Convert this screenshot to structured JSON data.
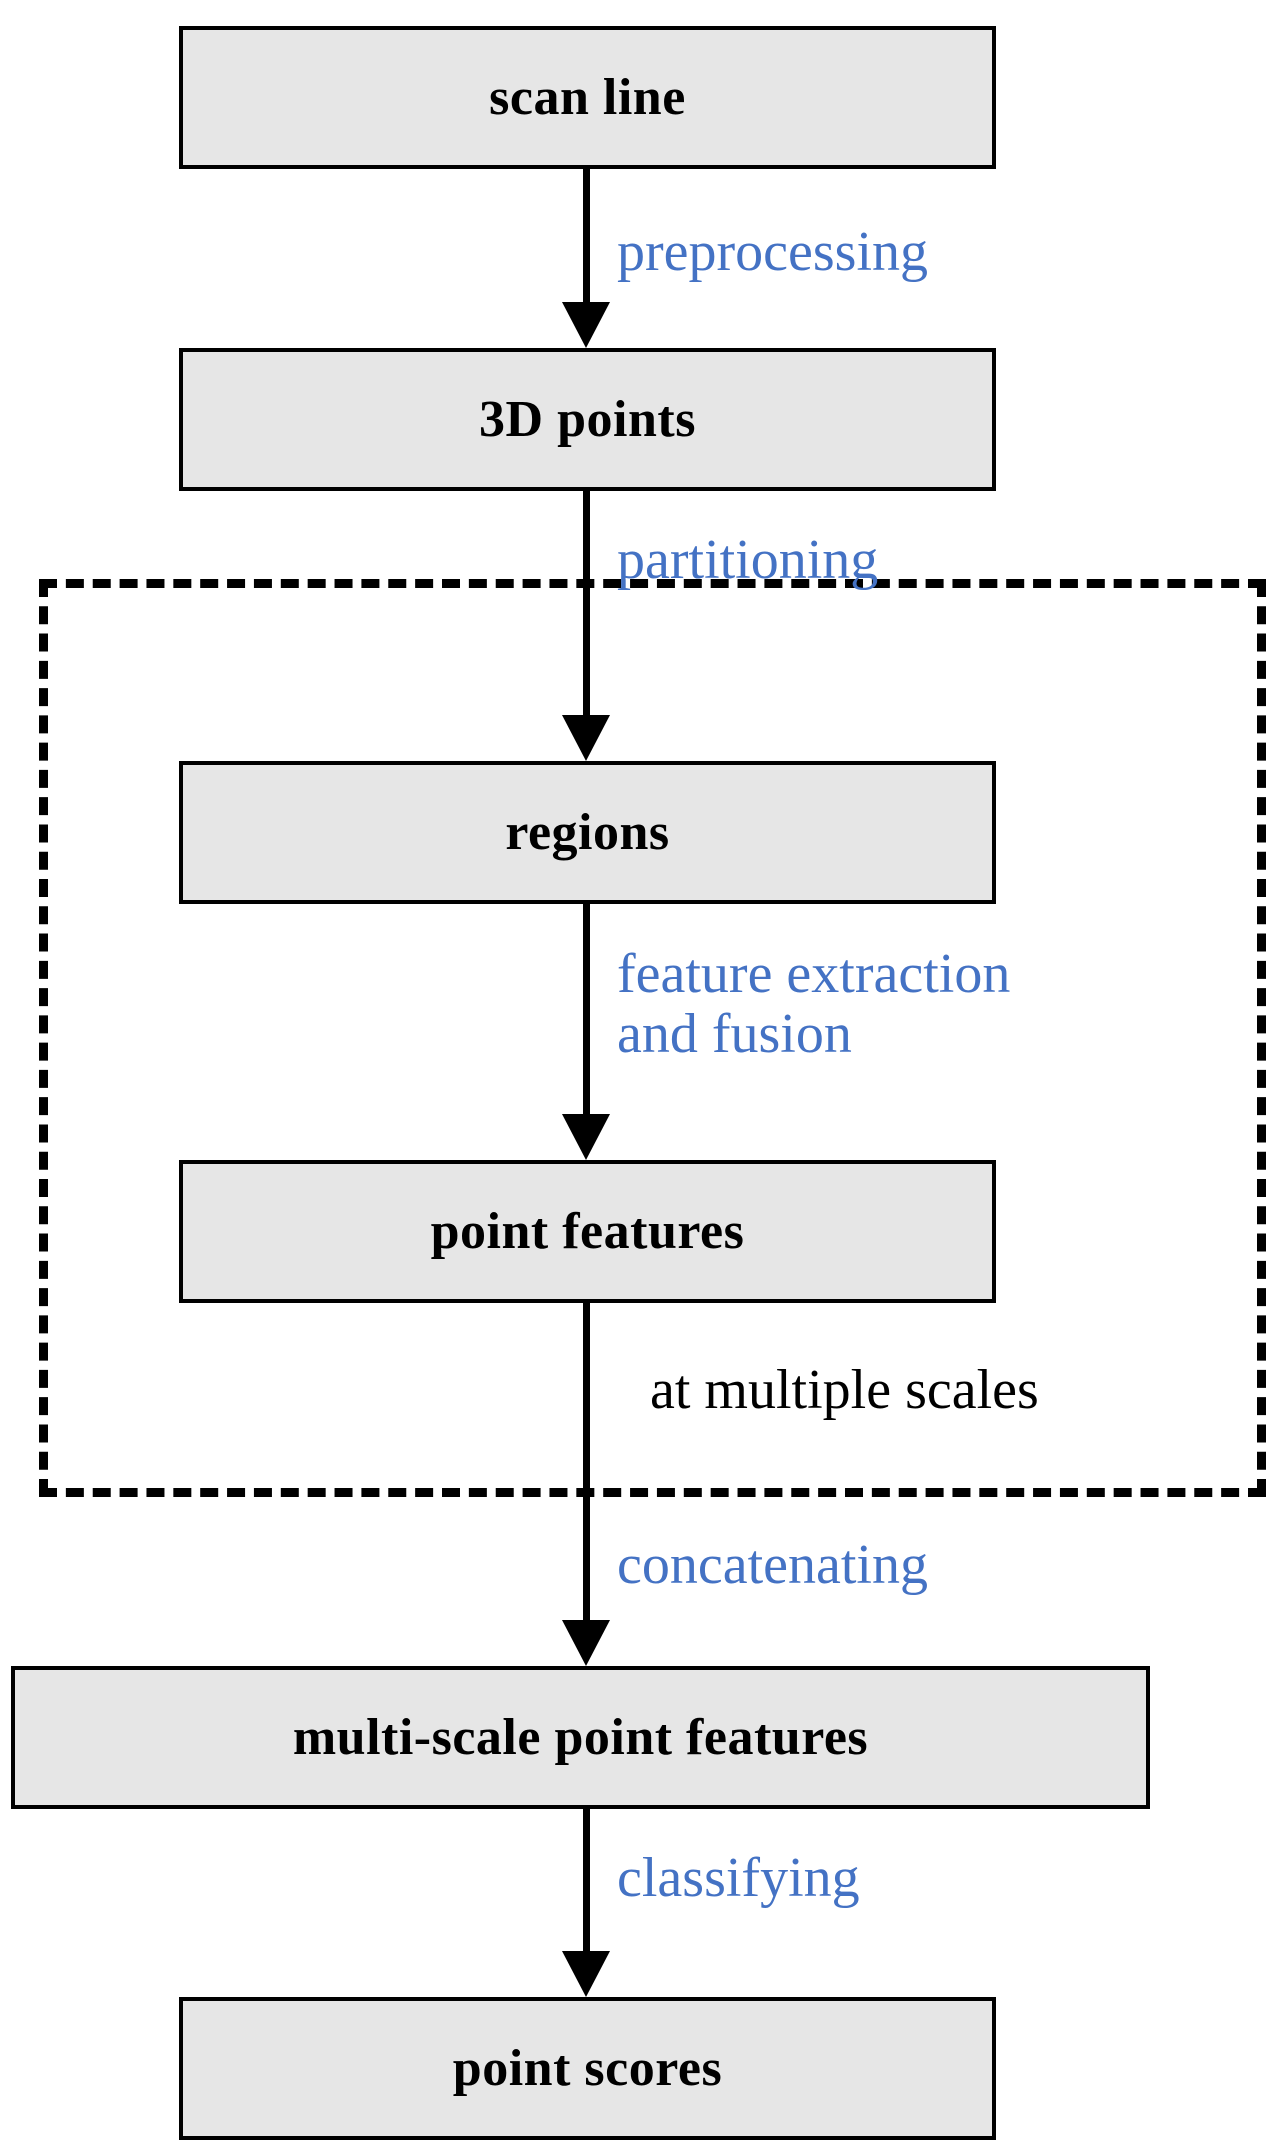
{
  "diagram": {
    "title": "point cloud classification pipeline flowchart",
    "colors": {
      "node_fill": "#e6e6e6",
      "node_border": "#000000",
      "edge_label_accent": "#4472c4",
      "plain_label": "#000000",
      "background": "#ffffff"
    },
    "nodes": [
      {
        "id": "scan-line",
        "label": "scan line"
      },
      {
        "id": "3d-points",
        "label": "3D points"
      },
      {
        "id": "regions",
        "label": "regions"
      },
      {
        "id": "point-features",
        "label": "point features"
      },
      {
        "id": "multi-scale-point-features",
        "label": "multi-scale point features"
      },
      {
        "id": "point-scores",
        "label": "point scores"
      }
    ],
    "edges": [
      {
        "id": "edge-preprocessing",
        "from": "scan-line",
        "to": "3d-points",
        "label": "preprocessing"
      },
      {
        "id": "edge-partitioning",
        "from": "3d-points",
        "to": "regions",
        "label": "partitioning"
      },
      {
        "id": "edge-feature-extraction",
        "from": "regions",
        "to": "point-features",
        "label": "feature extraction\nand fusion"
      },
      {
        "id": "edge-concatenating",
        "from": "point-features",
        "to": "multi-scale-point-features",
        "label": "concatenating"
      },
      {
        "id": "edge-classifying",
        "from": "multi-scale-point-features",
        "to": "point-scores",
        "label": "classifying"
      }
    ],
    "group": {
      "id": "multi-scale-group",
      "note": "at multiple scales"
    }
  }
}
